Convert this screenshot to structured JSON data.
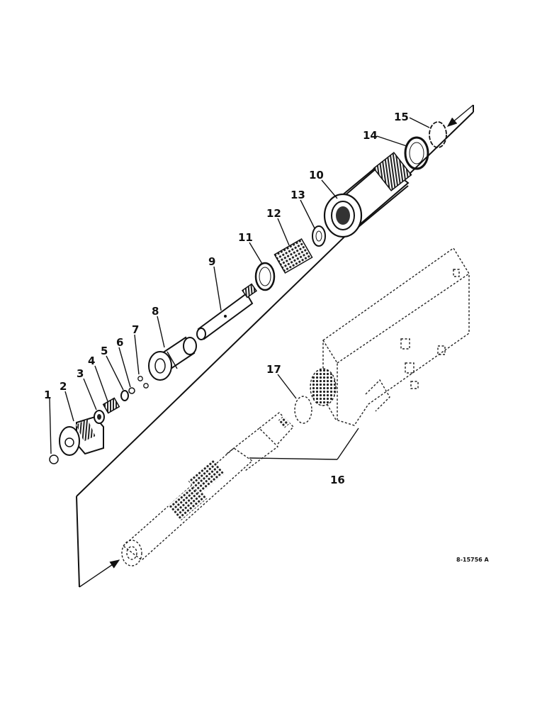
{
  "reference_code": "8-15756 A",
  "callouts": [
    {
      "id": "1",
      "label": "1"
    },
    {
      "id": "2",
      "label": "2"
    },
    {
      "id": "3",
      "label": "3"
    },
    {
      "id": "4",
      "label": "4"
    },
    {
      "id": "5",
      "label": "5"
    },
    {
      "id": "6",
      "label": "6"
    },
    {
      "id": "7",
      "label": "7"
    },
    {
      "id": "8",
      "label": "8"
    },
    {
      "id": "9",
      "label": "9"
    },
    {
      "id": "10",
      "label": "10"
    },
    {
      "id": "11",
      "label": "11"
    },
    {
      "id": "12",
      "label": "12"
    },
    {
      "id": "13",
      "label": "13"
    },
    {
      "id": "14",
      "label": "14"
    },
    {
      "id": "15",
      "label": "15"
    },
    {
      "id": "16",
      "label": "16"
    },
    {
      "id": "17",
      "label": "17"
    }
  ]
}
